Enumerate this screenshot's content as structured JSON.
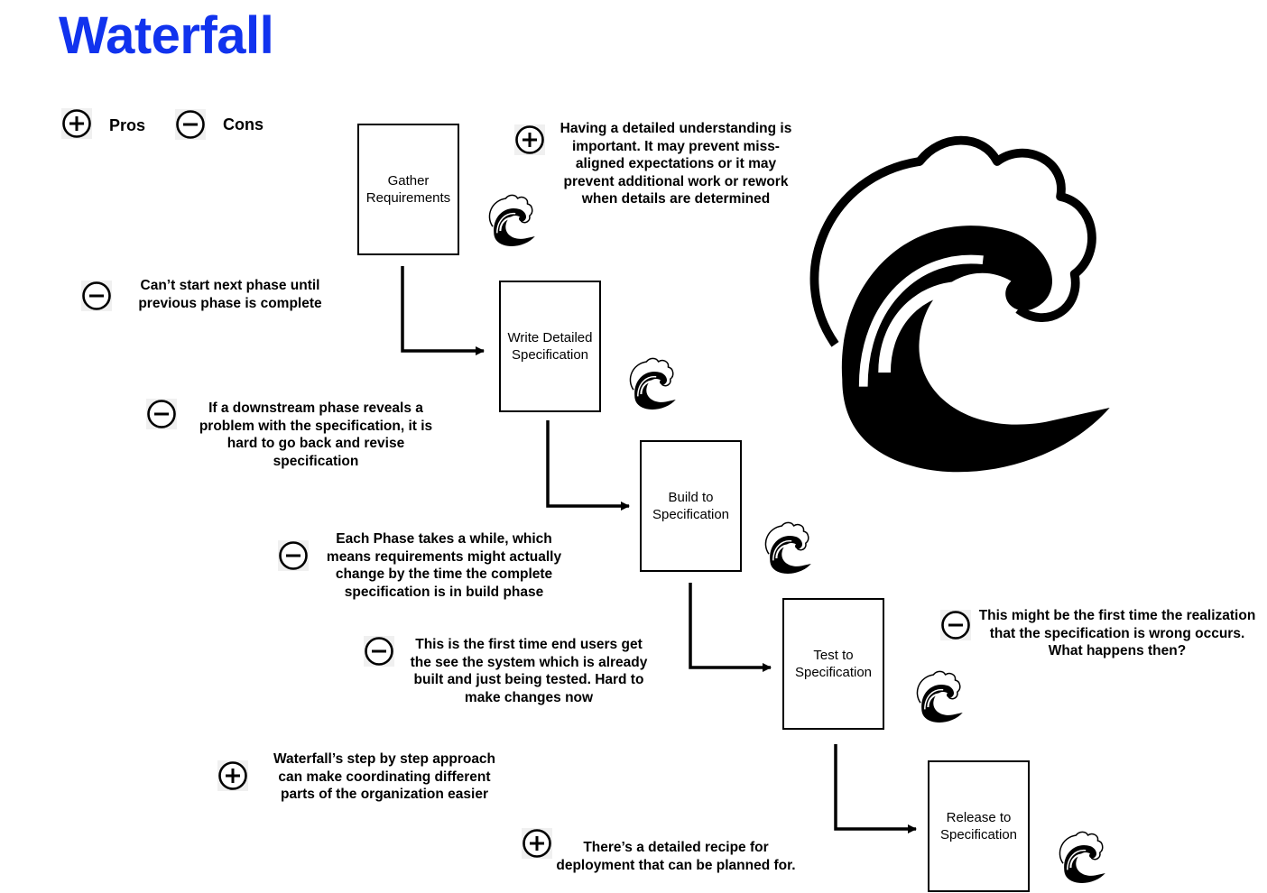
{
  "title": "Waterfall",
  "colors": {
    "title": "#1133ee"
  },
  "legend": {
    "pros_label": "Pros",
    "cons_label": "Cons"
  },
  "phases": [
    "Gather Requirements",
    "Write Detailed Specification",
    "Build to Specification",
    "Test to Specification",
    "Release to Specification"
  ],
  "notes": {
    "pro_detailed_understanding": "Having a detailed understanding is important. It may prevent miss-aligned expectations or it may prevent additional work or rework when details are determined",
    "con_next_phase": "Can’t start next phase until previous phase is complete",
    "con_downstream": "If a downstream phase reveals a problem with the specification, it is hard to go back and revise specification",
    "con_each_phase": "Each Phase takes a while, which means requirements might actually change by the time the complete specification is in build phase",
    "con_first_time_users": "This is the first time end users get the see the system which is already built and just being tested. Hard to make changes now",
    "con_realization": "This might be the first time the realization that the specification is wrong occurs. What happens then?",
    "pro_step_by_step": "Waterfall’s step by step approach can make coordinating  different parts of the organization easier",
    "pro_recipe": "There’s a detailed recipe for deployment that can be planned for."
  },
  "icons": {
    "plus": "plus-circle-icon",
    "minus": "minus-circle-icon",
    "wave": "wave-icon"
  }
}
